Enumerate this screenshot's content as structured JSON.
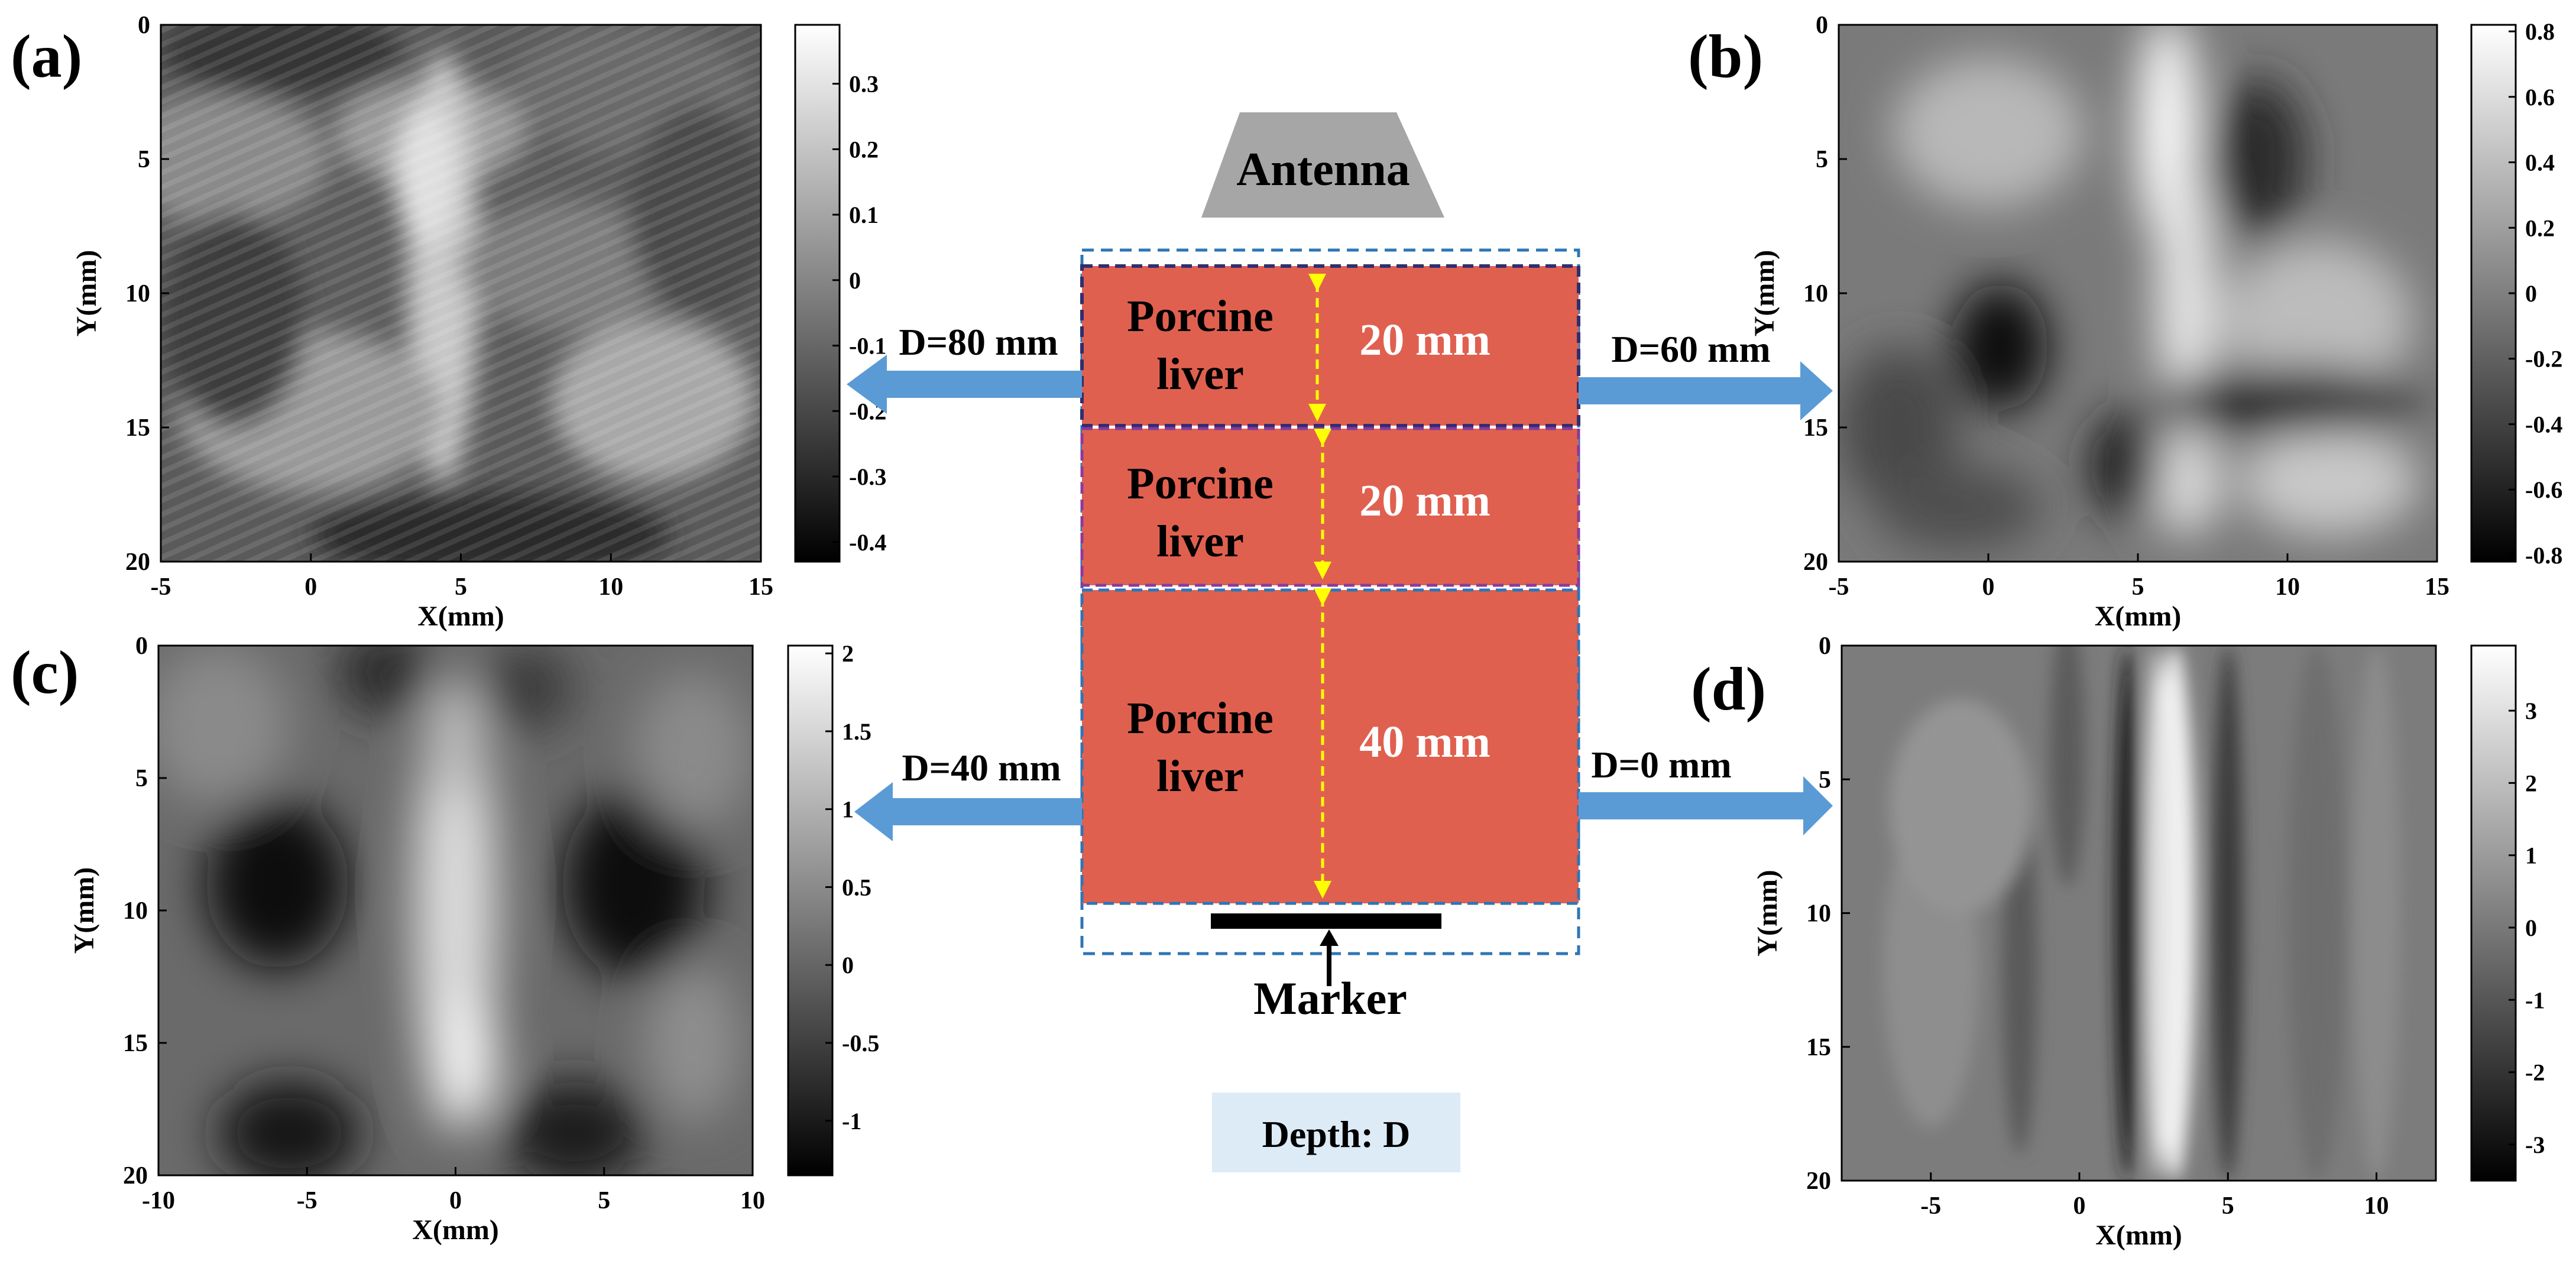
{
  "panels": [
    {
      "id": "a",
      "letter": "(a)",
      "xlabel": "X(mm)",
      "ylabel": "Y(mm)",
      "xticks": [
        "-5",
        "0",
        "5",
        "10",
        "15"
      ],
      "yticks": [
        "0",
        "5",
        "10",
        "15",
        "20"
      ],
      "xlim": [
        -5,
        15
      ],
      "ylim": [
        0,
        20
      ],
      "cbar_ticks": [
        "0.3",
        "0.2",
        "0.1",
        "0",
        "-0.1",
        "-0.2",
        "-0.3",
        "-0.4"
      ],
      "cbar_range": [
        -0.43,
        0.39
      ],
      "depth_label": "D=80 mm",
      "pattern": "noisy-ripple"
    },
    {
      "id": "b",
      "letter": "(b)",
      "xlabel": "X(mm)",
      "ylabel": "Y(mm)",
      "xticks": [
        "-5",
        "0",
        "5",
        "10",
        "15"
      ],
      "yticks": [
        "0",
        "5",
        "10",
        "15",
        "20"
      ],
      "xlim": [
        -5,
        15
      ],
      "ylim": [
        0,
        20
      ],
      "cbar_ticks": [
        "0.8",
        "0.6",
        "0.4",
        "0.2",
        "0",
        "-0.2",
        "-0.4",
        "-0.6",
        "-0.8"
      ],
      "cbar_range": [
        -0.82,
        0.82
      ],
      "depth_label": "D=60 mm",
      "pattern": "blobby"
    },
    {
      "id": "c",
      "letter": "(c)",
      "xlabel": "X(mm)",
      "ylabel": "Y(mm)",
      "xticks": [
        "-10",
        "-5",
        "0",
        "5",
        "10"
      ],
      "yticks": [
        "0",
        "5",
        "10",
        "15",
        "20"
      ],
      "xlim": [
        -10,
        10
      ],
      "ylim": [
        0,
        20
      ],
      "cbar_ticks": [
        "2",
        "1.5",
        "1",
        "0.5",
        "0",
        "-0.5",
        "-1"
      ],
      "cbar_range": [
        -1.35,
        2.05
      ],
      "depth_label": "D=40 mm",
      "pattern": "centered-bar"
    },
    {
      "id": "d",
      "letter": "(d)",
      "xlabel": "X(mm)",
      "ylabel": "Y(mm)",
      "xticks": [
        "-5",
        "0",
        "5",
        "10"
      ],
      "yticks": [
        "0",
        "5",
        "10",
        "15",
        "20"
      ],
      "xlim": [
        -8,
        12
      ],
      "ylim": [
        0,
        20
      ],
      "cbar_ticks": [
        "3",
        "2",
        "1",
        "0",
        "-1",
        "-2",
        "-3"
      ],
      "cbar_range": [
        -3.5,
        3.9
      ],
      "depth_label": "D=0 mm",
      "pattern": "sharp-bar"
    }
  ],
  "diagram": {
    "antenna": "Antenna",
    "layers": [
      {
        "name": "Porcine\nliver",
        "thickness": "20 mm"
      },
      {
        "name": "Porcine\nliver",
        "thickness": "20 mm"
      },
      {
        "name": "Porcine\nliver",
        "thickness": "40 mm"
      }
    ],
    "marker": "Marker",
    "depth_box": "Depth: D"
  },
  "colors": {
    "liver": "#e06050",
    "antenna": "#a6a6a6",
    "arrow": "#5b9bd5",
    "dim_arrow": "#ffff00",
    "dashed_frame": "#2e75b6",
    "depth_box": "#ddebf7",
    "marker": "#000000"
  }
}
